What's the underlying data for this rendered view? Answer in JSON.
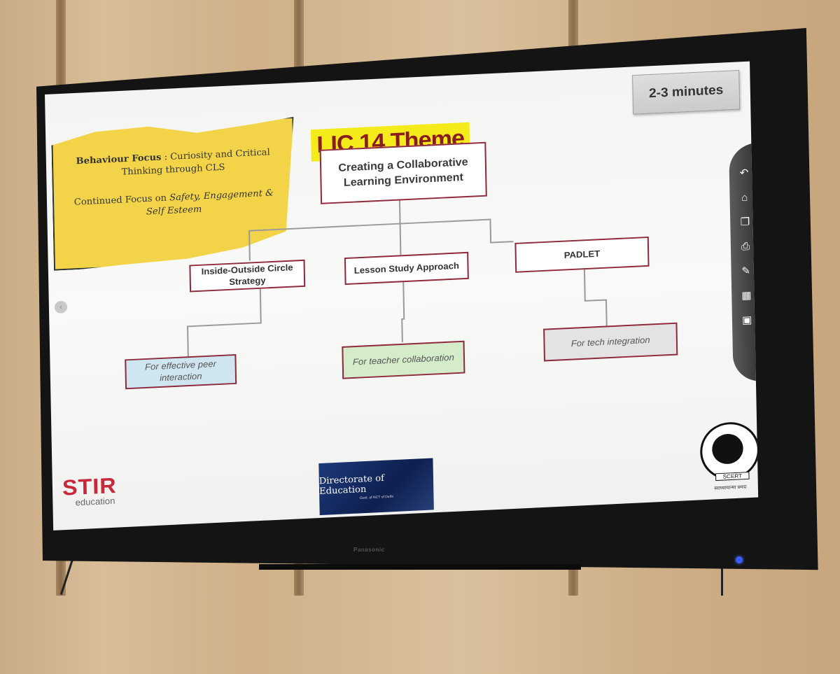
{
  "slide": {
    "scroll": {
      "focus_label": "Behaviour Focus",
      "focus_text": ": Curiosity and Critical Thinking through CLS",
      "continued_prefix": "Continued Focus on ",
      "continued_text": "Safety, Engagement & Self Esteem"
    },
    "title": "LIC 14 Theme",
    "time_badge": "2-3 minutes",
    "root": "Creating a Collaborative Learning Environment",
    "strategies": [
      {
        "label": "Inside-Outside Circle Strategy",
        "note": "For effective peer interaction",
        "note_color": "#cfe6f1"
      },
      {
        "label": "Lesson Study Approach",
        "note": "For teacher collaboration",
        "note_color": "#d4ecc9"
      },
      {
        "label": "PADLET",
        "note": "For tech integration",
        "note_color": "#e3e3e3"
      }
    ],
    "logos": {
      "stir_word": "STIR",
      "stir_sub": "education",
      "doe_title": "Directorate of Education",
      "doe_sub": "Govt. of NCT of Delhi",
      "scert_label": "SCERT",
      "scert_motto": "स्वाध्यायान्मा प्रमदः"
    }
  },
  "toolbar": {
    "icons": [
      "undo-icon",
      "home-icon",
      "window-icon",
      "print-icon",
      "pen-icon",
      "apps-icon",
      "screen-icon"
    ]
  },
  "device": {
    "brand": "Panasonic"
  },
  "colors": {
    "box_border": "#8f2a3c",
    "banner_fill": "#f3d448",
    "title_highlight": "#f5ea1a",
    "title_text": "#8b1c1c"
  }
}
